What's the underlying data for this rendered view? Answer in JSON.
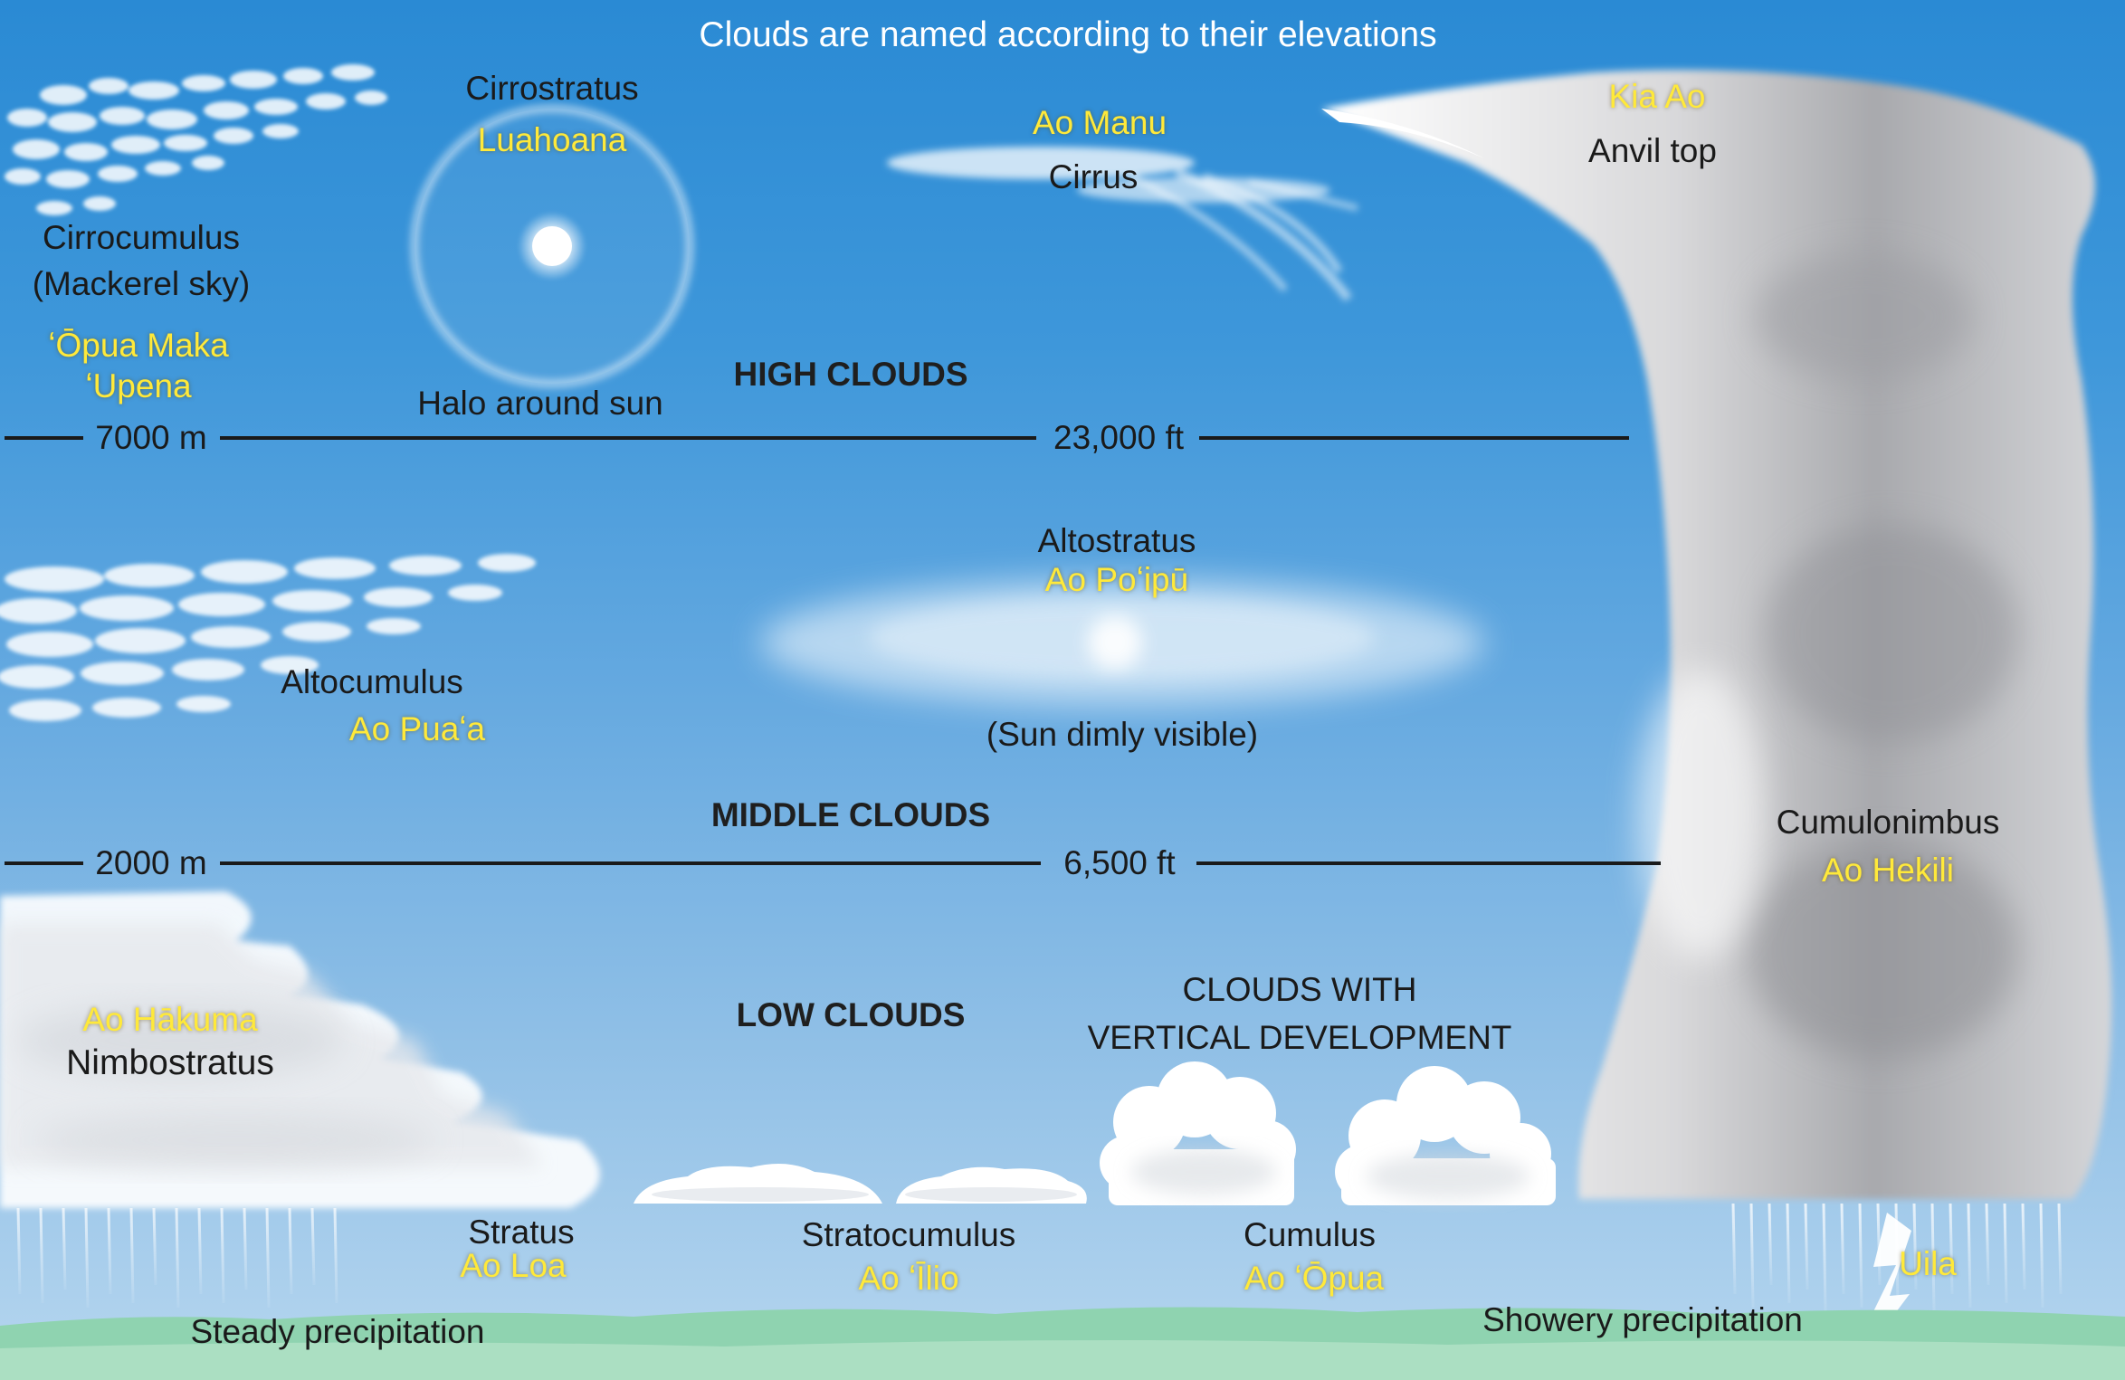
{
  "title": "Clouds are named according to their elevations",
  "levels": {
    "high": "HIGH CLOUDS",
    "middle": "MIDDLE CLOUDS",
    "low": "LOW CLOUDS",
    "vertical_line1": "CLOUDS WITH",
    "vertical_line2": "VERTICAL DEVELOPMENT"
  },
  "altitudes": {
    "high_m": "7000 m",
    "high_ft": "23,000 ft",
    "mid_m": "2000 m",
    "mid_ft": "6,500 ft"
  },
  "clouds": {
    "cirrocumulus": {
      "name": "Cirrocumulus",
      "note": "(Mackerel sky)",
      "hawaiian_line1": "ʻŌpua Maka",
      "hawaiian_line2": "ʻUpena"
    },
    "cirrostratus": {
      "name": "Cirrostratus",
      "hawaiian": "Luahoana",
      "note": "Halo around sun"
    },
    "cirrus": {
      "name": "Cirrus",
      "hawaiian": "Ao Manu"
    },
    "anvil": {
      "name": "Anvil top",
      "hawaiian": "Kia Ao"
    },
    "altostratus": {
      "name": "Altostratus",
      "hawaiian": "Ao Poʻipū",
      "note": "(Sun dimly visible)"
    },
    "altocumulus": {
      "name": "Altocumulus",
      "hawaiian": "Ao Puaʻa"
    },
    "cumulonimbus": {
      "name": "Cumulonimbus",
      "hawaiian": "Ao Hekili"
    },
    "nimbostratus": {
      "name": "Nimbostratus",
      "hawaiian": "Ao Hākuma"
    },
    "stratus": {
      "name": "Stratus",
      "hawaiian": "Ao Loa"
    },
    "stratocumulus": {
      "name": "Stratocumulus",
      "hawaiian": "Ao ʻĪlio"
    },
    "cumulus": {
      "name": "Cumulus",
      "hawaiian": "Ao ʻŌpua"
    },
    "lightning": {
      "hawaiian": "Uila"
    }
  },
  "precipitation": {
    "steady": "Steady precipitation",
    "showery": "Showery precipitation"
  },
  "colors": {
    "sky_top": "#2a8ad4",
    "sky_bottom": "#b6d6ef",
    "hawaiian_text": "#ffe93a",
    "ground": "#8fd3b0"
  }
}
